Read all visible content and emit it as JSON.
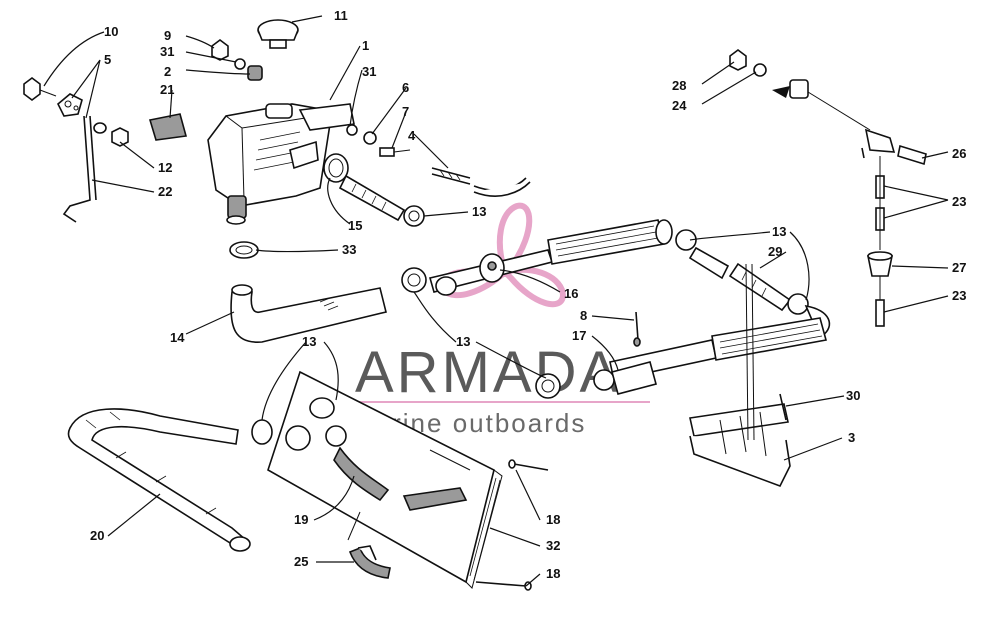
{
  "watermark": {
    "brand": "ARMADA",
    "tagline": "marine outboards",
    "accent_color": "#e7a5c9",
    "text_color": "#5a5a5a"
  },
  "callouts": [
    {
      "id": "c10",
      "label": "10"
    },
    {
      "id": "c5",
      "label": "5"
    },
    {
      "id": "c9",
      "label": "9"
    },
    {
      "id": "c31a",
      "label": "31"
    },
    {
      "id": "c2",
      "label": "2"
    },
    {
      "id": "c21",
      "label": "21"
    },
    {
      "id": "c11",
      "label": "11"
    },
    {
      "id": "c1",
      "label": "1"
    },
    {
      "id": "c31b",
      "label": "31"
    },
    {
      "id": "c6",
      "label": "6"
    },
    {
      "id": "c7",
      "label": "7"
    },
    {
      "id": "c4",
      "label": "4"
    },
    {
      "id": "c12",
      "label": "12"
    },
    {
      "id": "c22",
      "label": "22"
    },
    {
      "id": "c15",
      "label": "15"
    },
    {
      "id": "c13a",
      "label": "13"
    },
    {
      "id": "c33",
      "label": "33"
    },
    {
      "id": "c14",
      "label": "14"
    },
    {
      "id": "c13b",
      "label": "13"
    },
    {
      "id": "c13c",
      "label": "13"
    },
    {
      "id": "c20",
      "label": "20"
    },
    {
      "id": "c19",
      "label": "19"
    },
    {
      "id": "c25",
      "label": "25"
    },
    {
      "id": "c18a",
      "label": "18"
    },
    {
      "id": "c32",
      "label": "32"
    },
    {
      "id": "c18b",
      "label": "18"
    },
    {
      "id": "c16",
      "label": "16"
    },
    {
      "id": "c8",
      "label": "8"
    },
    {
      "id": "c17",
      "label": "17"
    },
    {
      "id": "c13d",
      "label": "13"
    },
    {
      "id": "c29",
      "label": "29"
    },
    {
      "id": "c30",
      "label": "30"
    },
    {
      "id": "c3",
      "label": "3"
    },
    {
      "id": "c28",
      "label": "28"
    },
    {
      "id": "c24",
      "label": "24"
    },
    {
      "id": "c26",
      "label": "26"
    },
    {
      "id": "c23a",
      "label": "23"
    },
    {
      "id": "c27",
      "label": "27"
    },
    {
      "id": "c23b",
      "label": "23"
    }
  ]
}
